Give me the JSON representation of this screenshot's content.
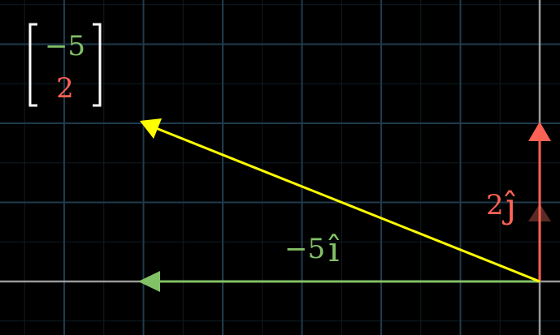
{
  "matrix": {
    "top": "−5",
    "bottom": "2"
  },
  "labels": {
    "i_label_coef": "−5",
    "i_label_basis": "î",
    "j_label_coef": "2",
    "j_label_basis": "ĵ"
  },
  "vector": {
    "x": -5,
    "y": 2
  },
  "colors": {
    "background": "#000000",
    "grid_major": "#1f3b4d",
    "grid_minor": "#0f1c24",
    "axis": "#9a9a9a",
    "i_hat": "#83c167",
    "j_hat": "#fc6255",
    "result": "#ffff00",
    "bracket": "#ffffff"
  }
}
